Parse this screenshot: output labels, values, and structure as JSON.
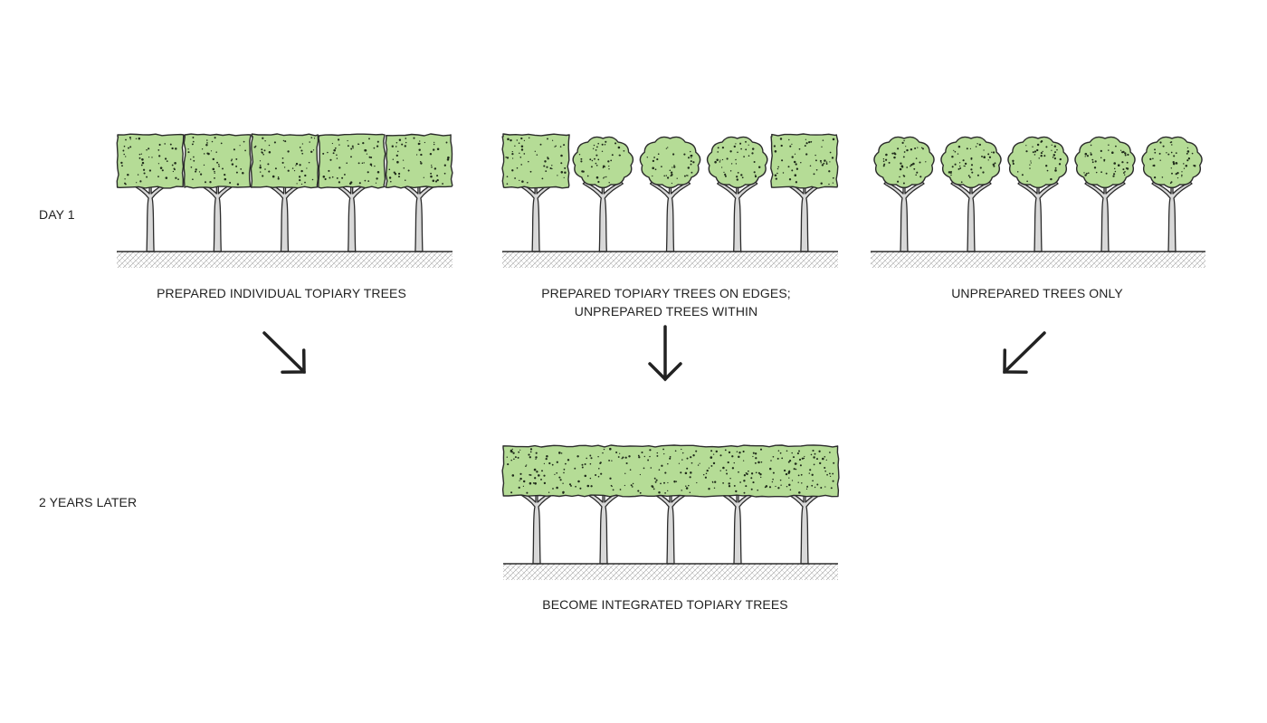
{
  "row_labels": {
    "day1": "DAY 1",
    "later": "2 YEARS LATER"
  },
  "scenarios": [
    {
      "caption_line1": "PREPARED INDIVIDUAL TOPIARY TREES",
      "caption_line2": "",
      "crowns": [
        "square",
        "square",
        "square",
        "square",
        "square"
      ]
    },
    {
      "caption_line1": "PREPARED TOPIARY TREES ON EDGES;",
      "caption_line2": "UNPREPARED TREES WITHIN",
      "crowns": [
        "square",
        "round",
        "round",
        "round",
        "square"
      ]
    },
    {
      "caption_line1": "UNPREPARED TREES ONLY",
      "caption_line2": "",
      "crowns": [
        "round",
        "round",
        "round",
        "round",
        "round"
      ]
    }
  ],
  "result": {
    "caption": "BECOME INTEGRATED TOPIARY TREES",
    "crowns": [
      "hedge"
    ]
  },
  "colors": {
    "foliage": "#b5dc96",
    "outline": "#2b2b2b",
    "trunk": "#d8d8d8",
    "ground": "#e6e6e6"
  },
  "icons": [
    "arrow-down-right-icon",
    "arrow-down-icon",
    "arrow-down-left-icon"
  ]
}
